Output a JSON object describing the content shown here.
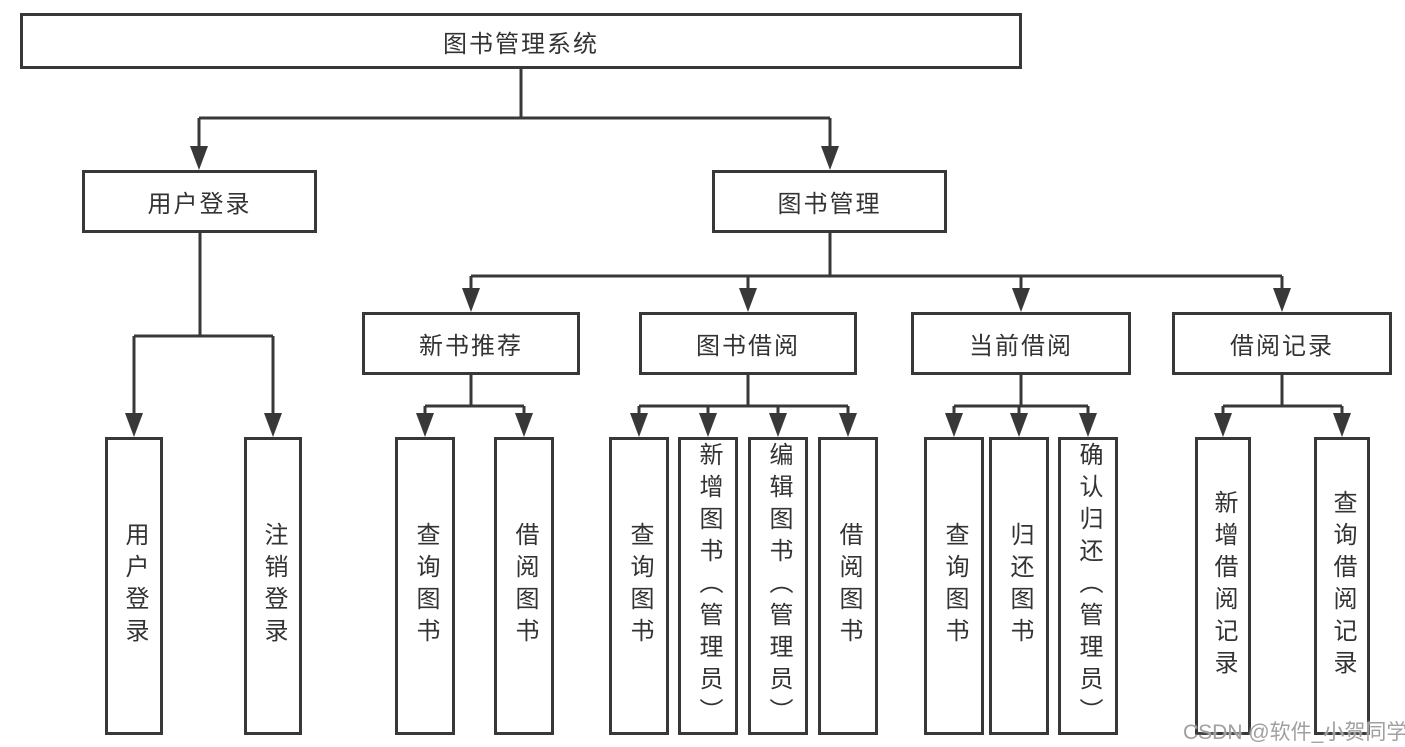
{
  "tree": {
    "label": "图书管理系统",
    "children": [
      {
        "label": "用户登录",
        "children": [
          {
            "label": "用户登录"
          },
          {
            "label": "注销登录"
          }
        ]
      },
      {
        "label": "图书管理",
        "children": [
          {
            "label": "新书推荐",
            "children": [
              {
                "label": "查询图书"
              },
              {
                "label": "借阅图书"
              }
            ]
          },
          {
            "label": "图书借阅",
            "children": [
              {
                "label": "查询图书"
              },
              {
                "label": "新增图书（管理员）"
              },
              {
                "label": "编辑图书（管理员）"
              },
              {
                "label": "借阅图书"
              }
            ]
          },
          {
            "label": "当前借阅",
            "children": [
              {
                "label": "查询图书"
              },
              {
                "label": "归还图书"
              },
              {
                "label": "确认归还（管理员）"
              }
            ]
          },
          {
            "label": "借阅记录",
            "children": [
              {
                "label": "新增借阅记录"
              },
              {
                "label": "查询借阅记录"
              }
            ]
          }
        ]
      }
    ]
  },
  "watermark": {
    "text": "CSDN @软件_小贺同学"
  },
  "colors": {
    "line": "#383838",
    "text": "#333333",
    "watermark": "#a0a0a0",
    "background": "#ffffff"
  }
}
